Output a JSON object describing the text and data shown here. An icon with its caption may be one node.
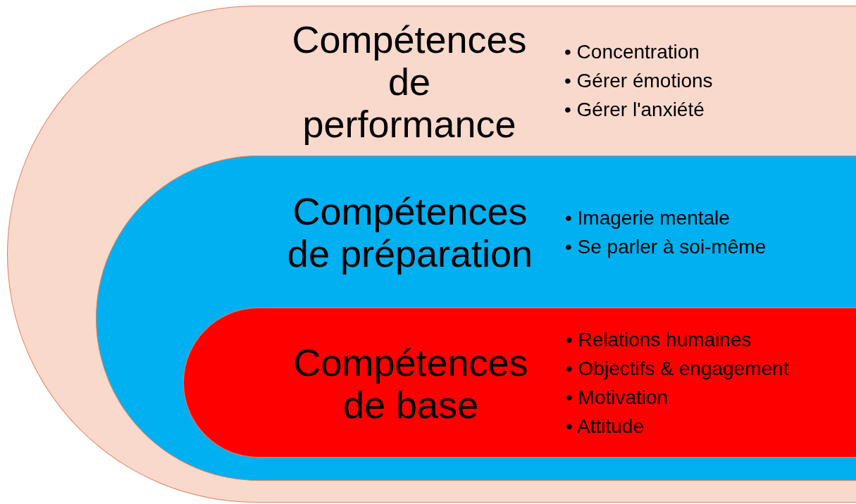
{
  "diagram": {
    "nodes": [
      {
        "text": [
          "Compétences de performance",
          "• Concentration",
          "• Gérer émotions",
          "• Gérer l'anxiété"
        ]
      },
      {
        "text": [
          "Compétences de préparation",
          "• Imagerie mentale",
          "• Se parler à soi-même"
        ],
        "in": 0
      },
      {
        "text": [
          "Compétences de base",
          "• Relations humaines",
          "• Objectifs & engagement",
          "• Motivation",
          "• Attitude"
        ],
        "in": 1
      }
    ],
    "edges": []
  }
}
